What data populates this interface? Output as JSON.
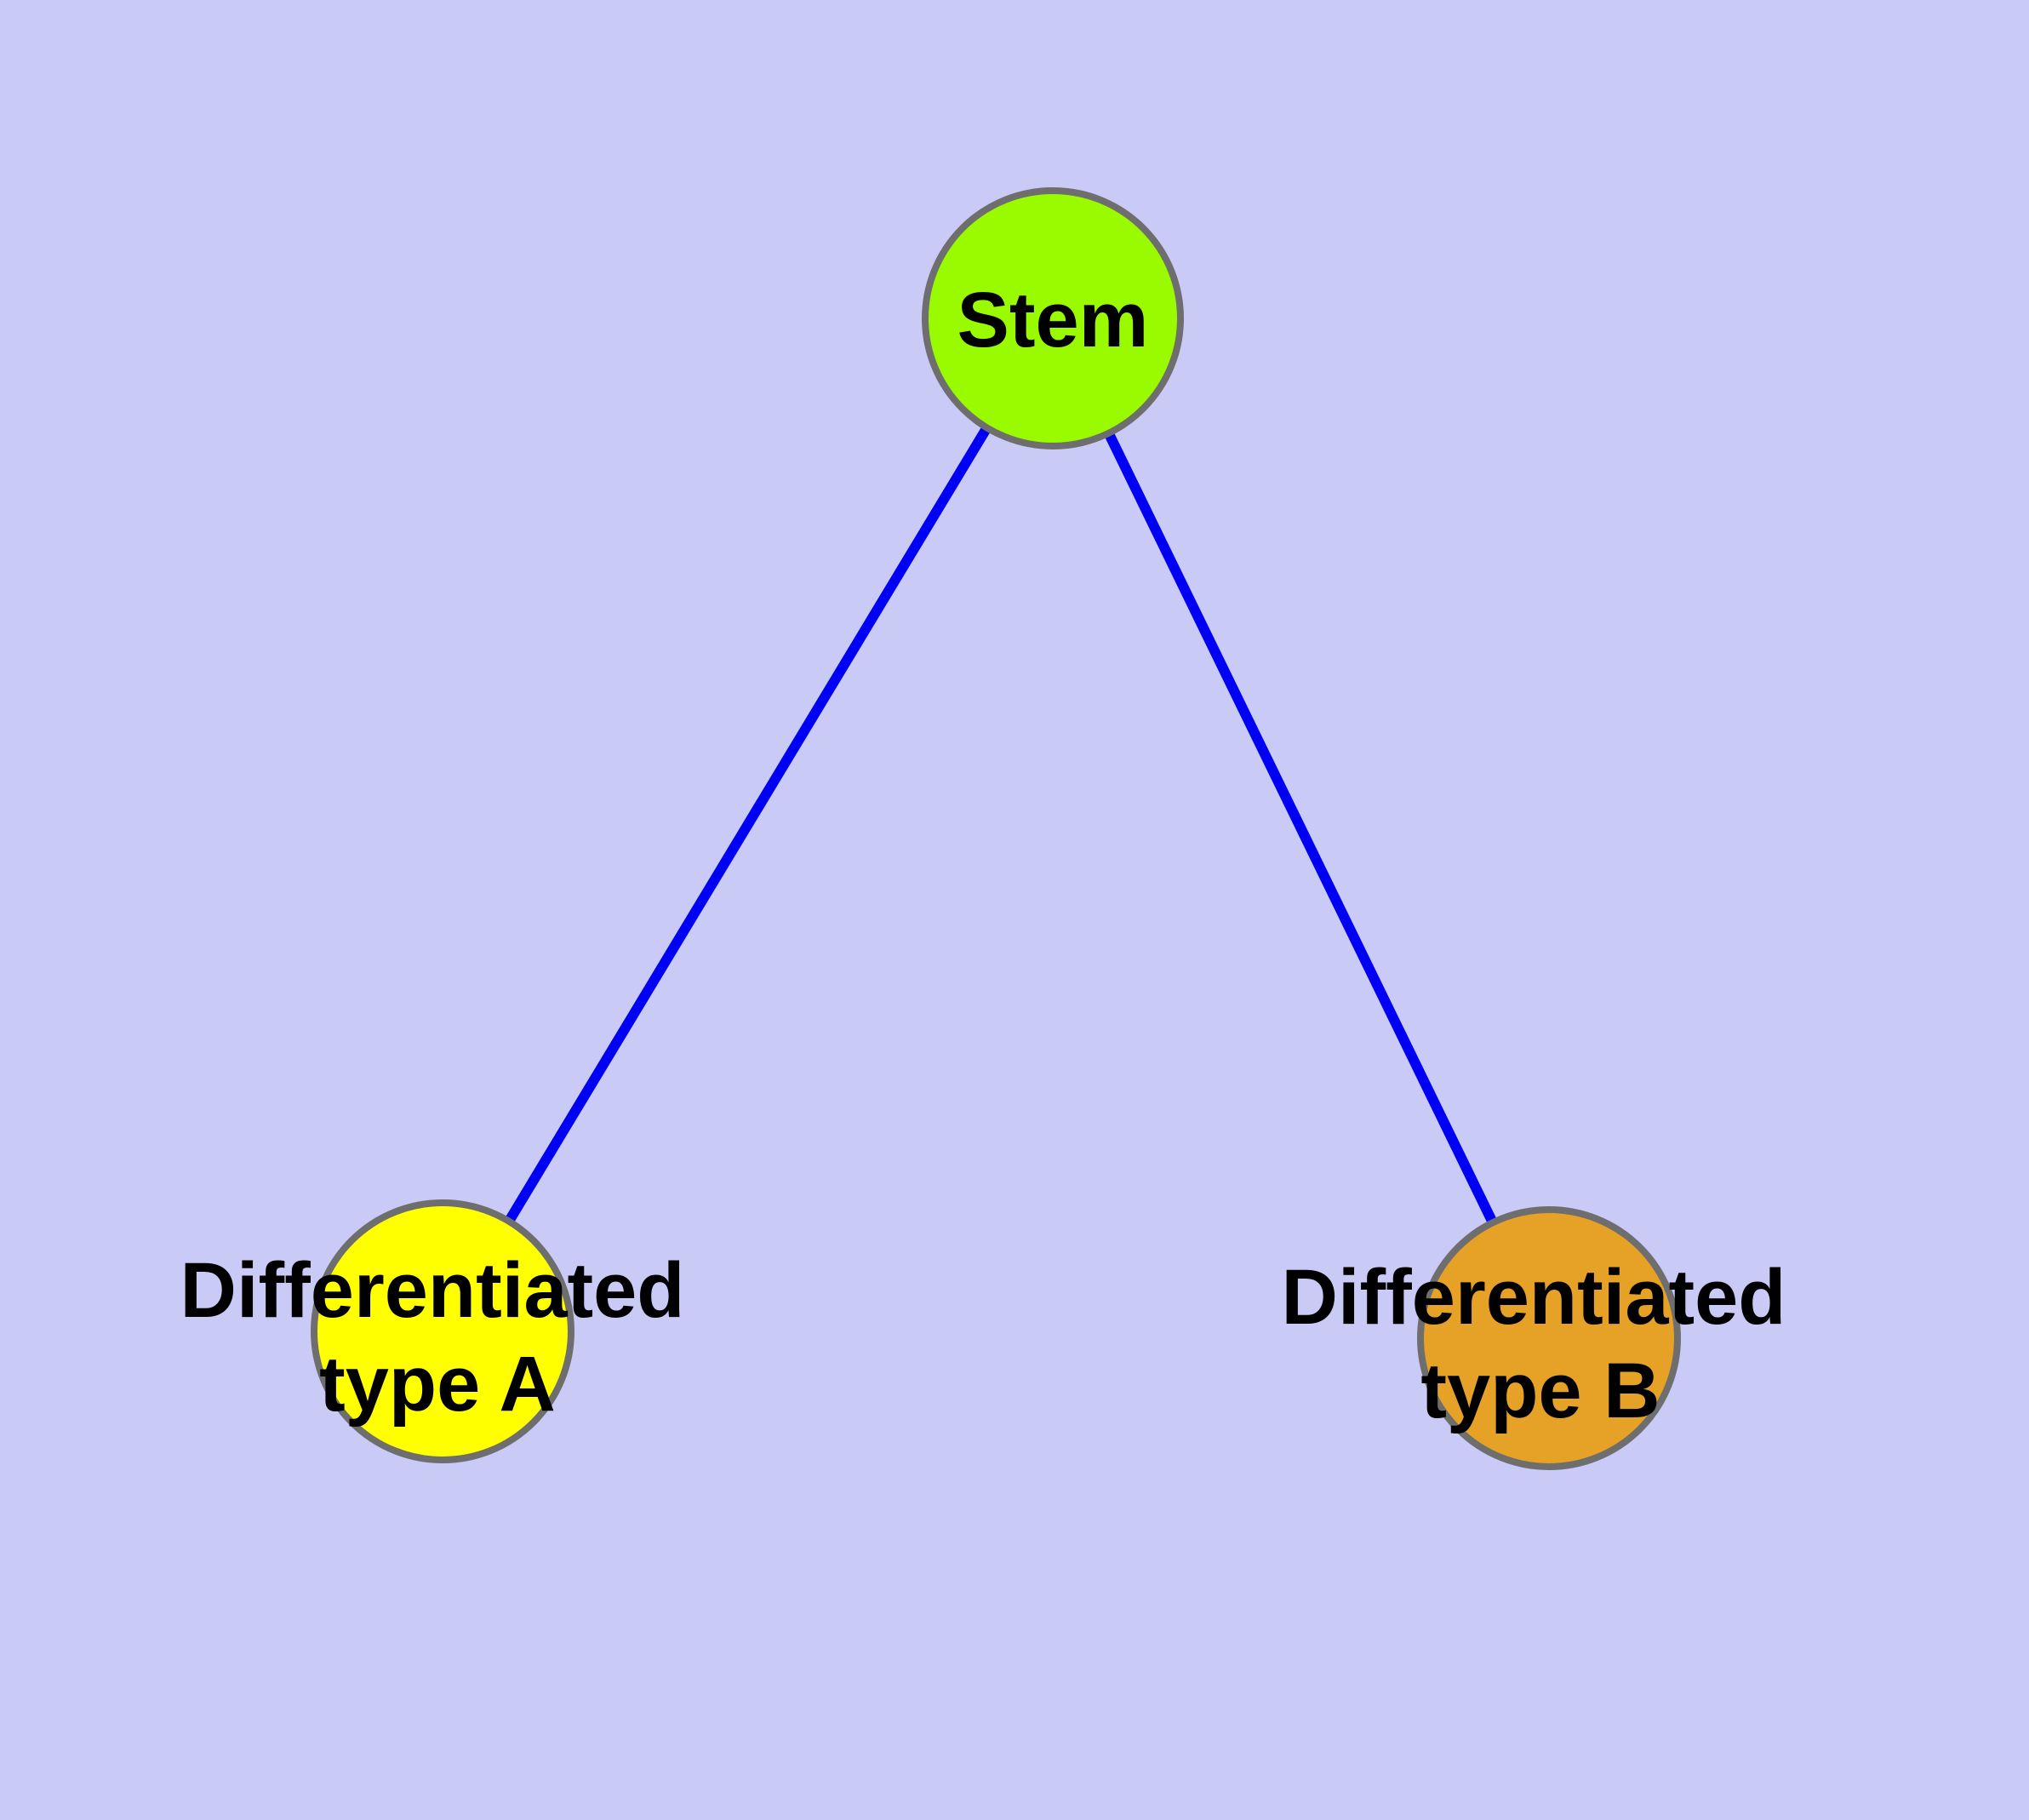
{
  "diagram": {
    "type": "graph",
    "background_color": "#CACAF7",
    "edge_color": "#0000F5",
    "node_border_color": "#6E6E6E",
    "text_color": "#000000",
    "nodes": {
      "stem": {
        "id": "stem",
        "label": "Stem",
        "fill": "#9AFA00"
      },
      "type_a": {
        "id": "type_a",
        "label_line1": "Differentiated",
        "label_line2": "type A",
        "fill": "#FFFF00"
      },
      "type_b": {
        "id": "type_b",
        "label_line1": "Differentiated",
        "label_line2": "type B",
        "fill": "#E6A227"
      }
    },
    "edges": [
      {
        "from": "stem",
        "to": "type_a"
      },
      {
        "from": "stem",
        "to": "type_b"
      }
    ]
  }
}
